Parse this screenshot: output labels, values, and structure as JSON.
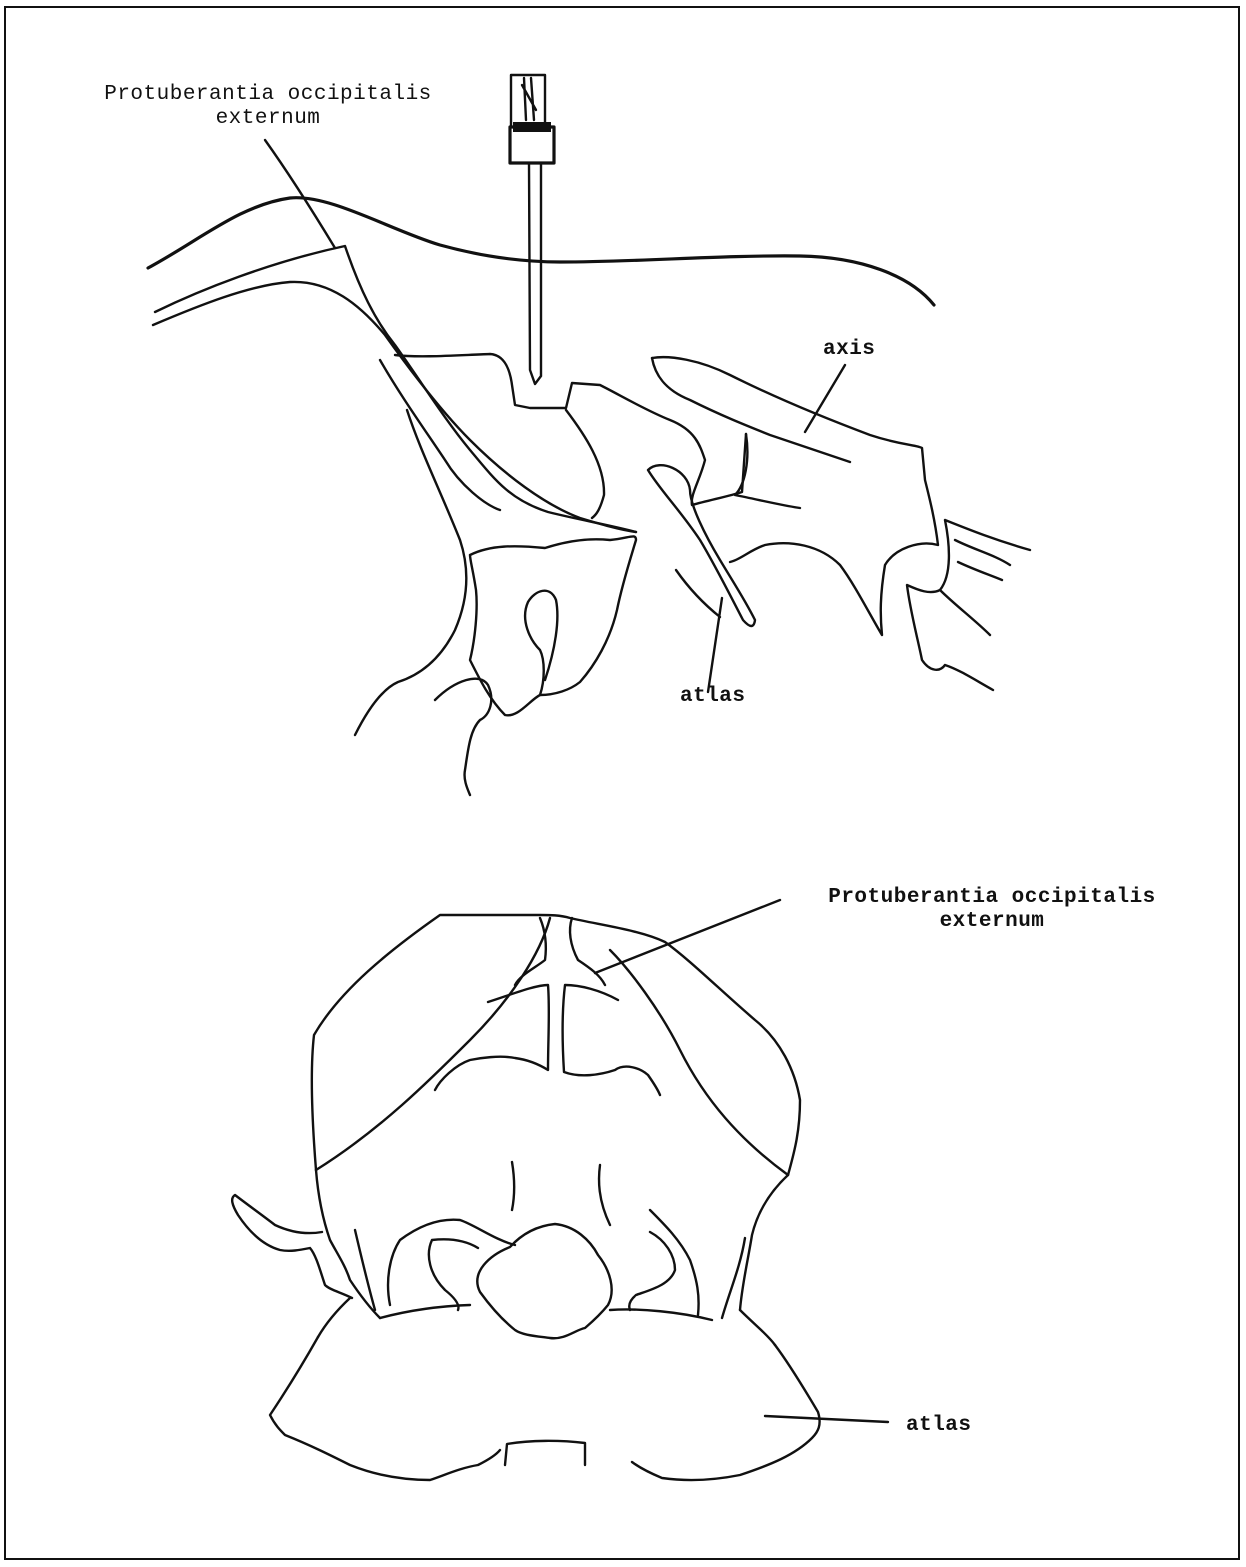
{
  "figure": {
    "top_view": {
      "label_protuberantia_line1": "Protuberantia occipitalis",
      "label_protuberantia_line2": "externum",
      "label_axis": "axis",
      "label_atlas": "atlas"
    },
    "bottom_view": {
      "label_protuberantia_line1": "Protuberantia occipitalis",
      "label_protuberantia_line2": "externum",
      "label_atlas": "atlas"
    }
  }
}
